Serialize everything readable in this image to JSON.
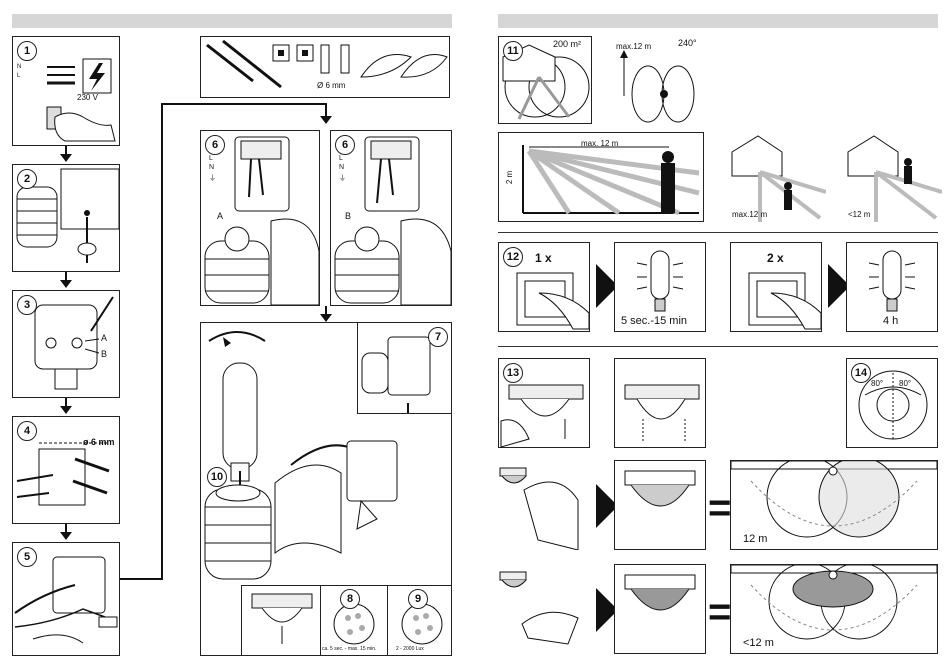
{
  "page": {
    "left_bar_color": "#d6d6d6",
    "right_bar_color": "#d6d6d6"
  },
  "step1": {
    "num": "1",
    "voltage": "230 V",
    "wires": [
      "N",
      "L"
    ]
  },
  "step2": {
    "num": "2"
  },
  "step3": {
    "num": "3",
    "label_a": "A",
    "label_b": "B"
  },
  "step4": {
    "num": "4",
    "drill": "ø 6 mm"
  },
  "step5": {
    "num": "5"
  },
  "parts": {
    "drill": "Ø 6 mm"
  },
  "step6a": {
    "num": "6",
    "label": "A",
    "terminals": [
      "L",
      "N",
      "⏚"
    ]
  },
  "step6b": {
    "num": "6",
    "label": "B",
    "terminals": [
      "L",
      "N",
      "⏚"
    ]
  },
  "step7": {
    "num": "7"
  },
  "step8": {
    "num": "8",
    "caption": "ca. 5 sec. - max. 15 min."
  },
  "step9": {
    "num": "9",
    "caption": "2 - 2000 Lux"
  },
  "step10": {
    "num": "10"
  },
  "step11": {
    "num": "11",
    "area": "200 m²",
    "range": "max.12 m",
    "angle": "240°",
    "side_range": "max. 12 m",
    "height": "2 m",
    "walk_toward": "max.12 m",
    "walk_across": "<12 m"
  },
  "step12": {
    "num": "12",
    "press1": "1 x",
    "time1": "5 sec.-15 min",
    "press2": "2 x",
    "time2": "4 h"
  },
  "step13": {
    "num": "13"
  },
  "step14": {
    "num": "14",
    "angle_left": "80°",
    "angle_right": "80°"
  },
  "coverage": {
    "full": "12 m",
    "reduced": "<12 m"
  }
}
